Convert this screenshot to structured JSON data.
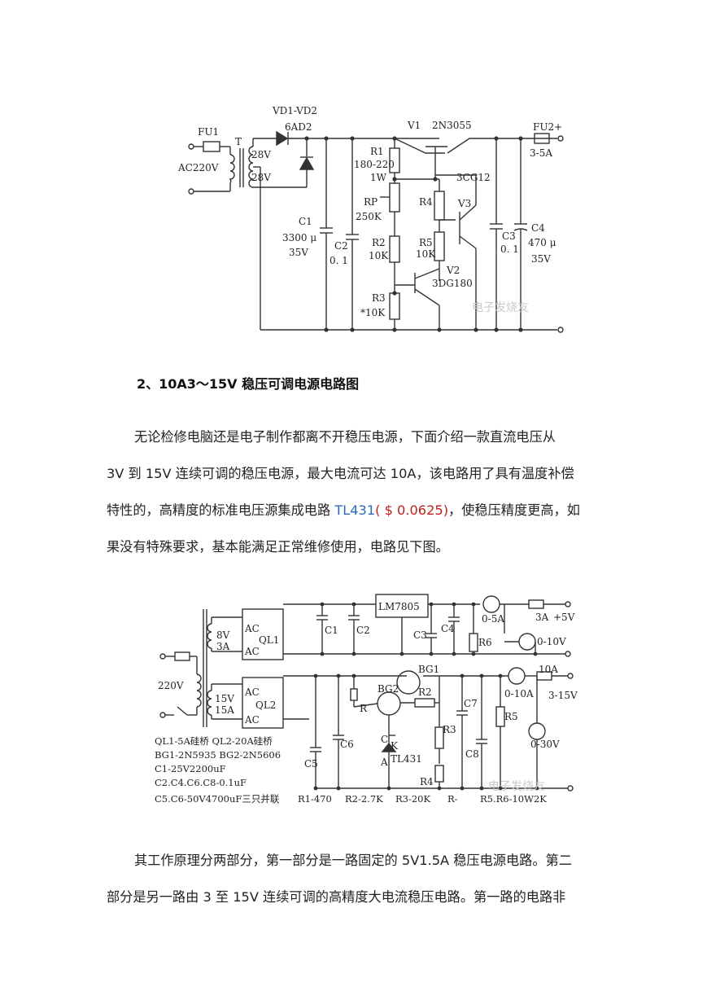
{
  "figure1": {
    "labels": {
      "fu1": "FU1",
      "t": "T",
      "ac220v": "AC220V",
      "v28a": "28V",
      "v28b": "28V",
      "vd": "VD1-VD2",
      "ad": "6AD2",
      "v1": "V1",
      "transistor": "2N3055",
      "fu2": "FU2",
      "plus": "+",
      "amps": "3-5A",
      "r1": "R1",
      "r1v": "180-220",
      "r1w": "1W",
      "rp": "RP",
      "rpv": "250K",
      "r2": "R2",
      "r2v": "10K",
      "r3": "R3",
      "r3v": "*10K",
      "r4": "R4",
      "r5": "R5",
      "r5v": "10K",
      "v3t": "3CG12",
      "v3": "V3",
      "v2": "V2",
      "v2t": "3DG180",
      "c1": "C1",
      "c1v": "3300 μ",
      "c1w": "35V",
      "c2": "C2",
      "c2v": "0. 1",
      "c3": "C3",
      "c3v": "0. 1",
      "c4": "C4",
      "c4v": "470 μ",
      "c4w": "35V",
      "watermark": "电子发烧友"
    }
  },
  "heading": "2、10A3～15V 稳压可调电源电路图",
  "paragraph1": {
    "line1": "无论检修电脑还是电子制作都离不开稳压电源，下面介绍一款直流电压从",
    "line2": "3V 到 15V 连续可调的稳压电源，最大电流可达 10A，该电路用了具有温度补偿",
    "line3_pre": "特性的，高精度的标准电压源集成电路 ",
    "line3_link": "TL431",
    "line3_price": "( $ 0.0625)",
    "line3_post": "，使稳压精度更高，如",
    "line4": "果没有特殊要求，基本能满足正常维修使用，电路见下图。"
  },
  "figure2": {
    "labels": {
      "lm": "LM7805",
      "c1": "C1",
      "c2": "C2",
      "c3": "C3",
      "c4": "C4",
      "m1": "0-5A",
      "a3": "3A",
      "p5v": "+5V",
      "r6": "R6",
      "v010": "0-10V",
      "t8v": "8V",
      "t3a": "3A",
      "ac": "AC",
      "ql1": "QL1",
      "ql2": "QL2",
      "v220": "220V",
      "t15v": "15V",
      "t15a": "15A",
      "bg1": "BG1",
      "bg2": "BG2",
      "r": "R",
      "r2": "R2",
      "r3": "R3",
      "r4": "R4",
      "c7": "C7",
      "c8": "C8",
      "r5": "R5",
      "a10": "10A",
      "m2": "0-10A",
      "v315": "3-15V",
      "v030": "0-30V",
      "c5": "C5",
      "c6": "C6",
      "k": "K",
      "tc": "C",
      "ta": "A",
      "tl431": "TL431",
      "note1": "QL1-5A硅桥 QL2-20A硅桥",
      "note2": "BG1-2N5935 BG2-2N5606",
      "note3": "C1-25V2200uF",
      "note4": "C2.C4.C6.C8-0.1uF",
      "note5": "C5.C6-50V4700uF三只并联",
      "note6": "R1-470",
      "note7": "R2-2.7K",
      "note8": "R3-20K",
      "note9": "R-",
      "note10": "R5.R6-10W2K",
      "watermark": "电子发烧友"
    }
  },
  "paragraph2": {
    "line1": "其工作原理分两部分，第一部分是一路固定的 5V1.5A 稳压电源电路。第二",
    "line2": "部分是另一路由 3 至 15V 连续可调的高精度大电流稳压电路。第一路的电路非"
  }
}
